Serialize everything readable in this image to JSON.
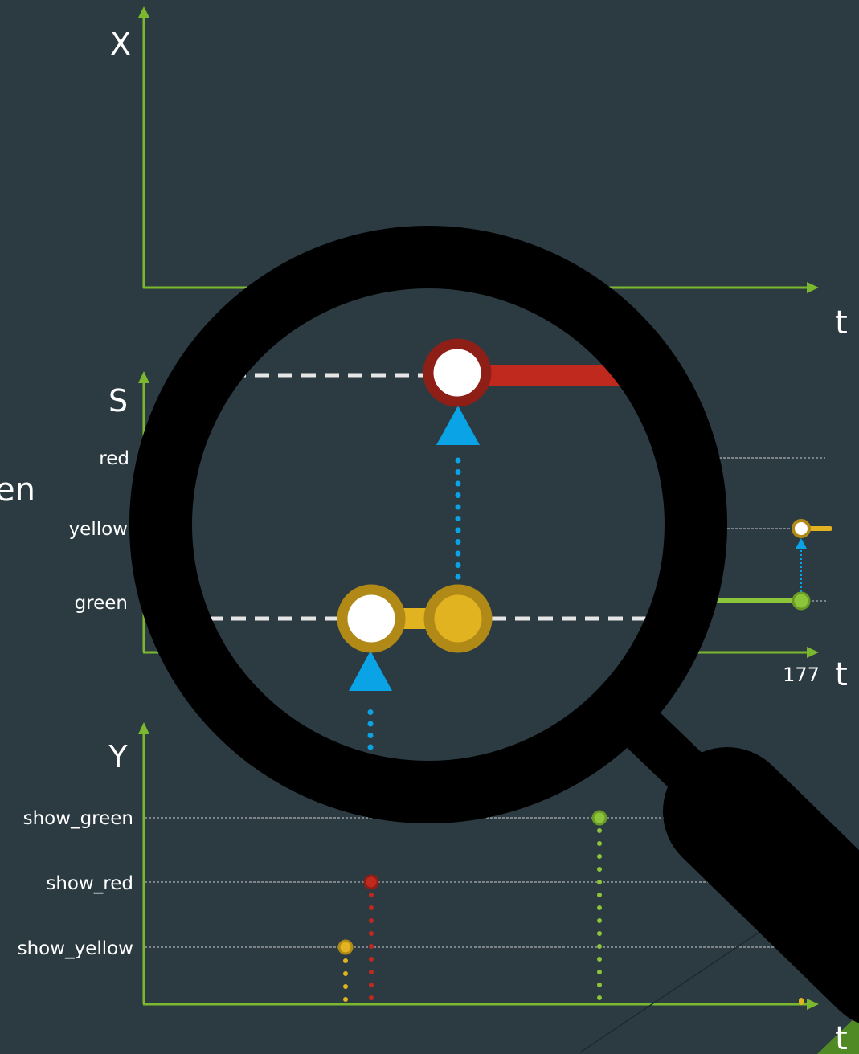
{
  "colors": {
    "background": "#2c3b42",
    "axis": "#7cb82f",
    "red": "#c0291e",
    "red_dark": "#8e1f17",
    "yellow": "#e2b321",
    "yellow_dark": "#b08916",
    "green": "#8cc43a",
    "green_dark": "#6a9a26",
    "cue": "#0aa3e6",
    "dashed": "#e6e6e6",
    "magnifier": "#000000",
    "text": "#ffffff"
  },
  "panels": {
    "x": {
      "axis_label": "X",
      "time_label": "t"
    },
    "s": {
      "axis_label": "S",
      "time_label": "t",
      "time_value": "177",
      "states": [
        "red",
        "yellow",
        "green"
      ]
    },
    "y": {
      "axis_label": "Y",
      "time_label": "t",
      "outputs": [
        "show_green",
        "show_red",
        "show_yellow"
      ]
    }
  },
  "left_edge_text": "en",
  "icons": {
    "magnifier": "magnifying-glass-icon"
  }
}
